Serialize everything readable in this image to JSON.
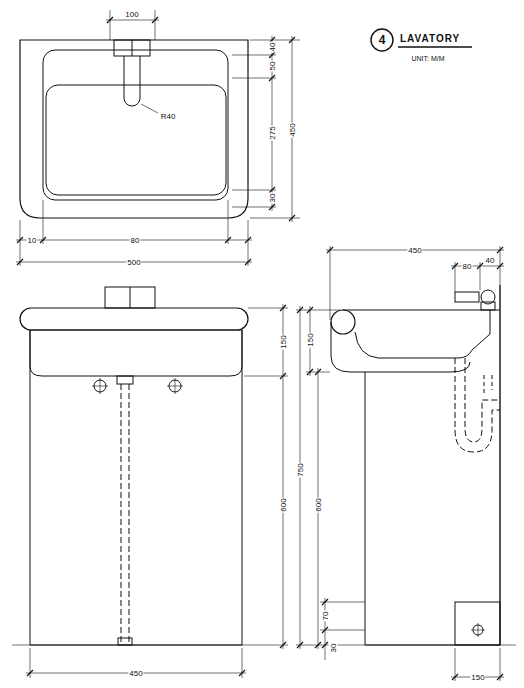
{
  "diagram": {
    "title": "LAVATORY",
    "nodes": [
      {
        "text": [
          "4"
        ]
      }
    ],
    "labels": [
      "UNIT: M/M",
      "100",
      "40",
      "50",
      "275",
      "450",
      "R40",
      "30",
      "10",
      "80",
      "500",
      "150",
      "600",
      "450",
      "450",
      "80",
      "40",
      "150",
      "750",
      "600",
      "70",
      "30",
      "150"
    ]
  }
}
